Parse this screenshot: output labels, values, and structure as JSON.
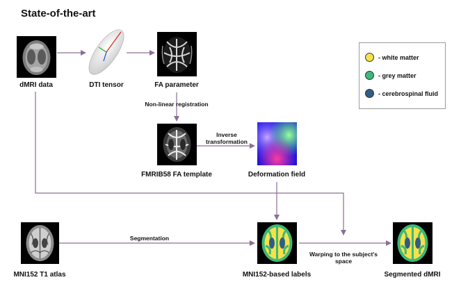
{
  "title": "State-of-the-art",
  "nodes": {
    "dmri": {
      "label": "dMRI data"
    },
    "dti": {
      "label": "DTI tensor"
    },
    "fa": {
      "label": "FA parameter"
    },
    "fmrib": {
      "label": "FMRIB58 FA template"
    },
    "deform": {
      "label": "Deformation field"
    },
    "mni_atlas": {
      "label": "MNI152 T1 atlas"
    },
    "mni_labels": {
      "label": "MNI152-based labels"
    },
    "segmented": {
      "label": "Segmented dMRI"
    }
  },
  "edges": {
    "nonlinear": "Non-linear registration",
    "inverse_line1": "Inverse",
    "inverse_line2": "transformation",
    "segmentation": "Segmentation",
    "warping_line1": "Warping to the subject's",
    "warping_line2": "space"
  },
  "legend": {
    "items": [
      {
        "label": "- white matter",
        "color": "#f5e14a"
      },
      {
        "label": "- grey matter",
        "color": "#3cb878"
      },
      {
        "label": "- cerebrospinal fluid",
        "color": "#2f5d86"
      }
    ]
  },
  "colors": {
    "arrow": "#8a6f96"
  }
}
